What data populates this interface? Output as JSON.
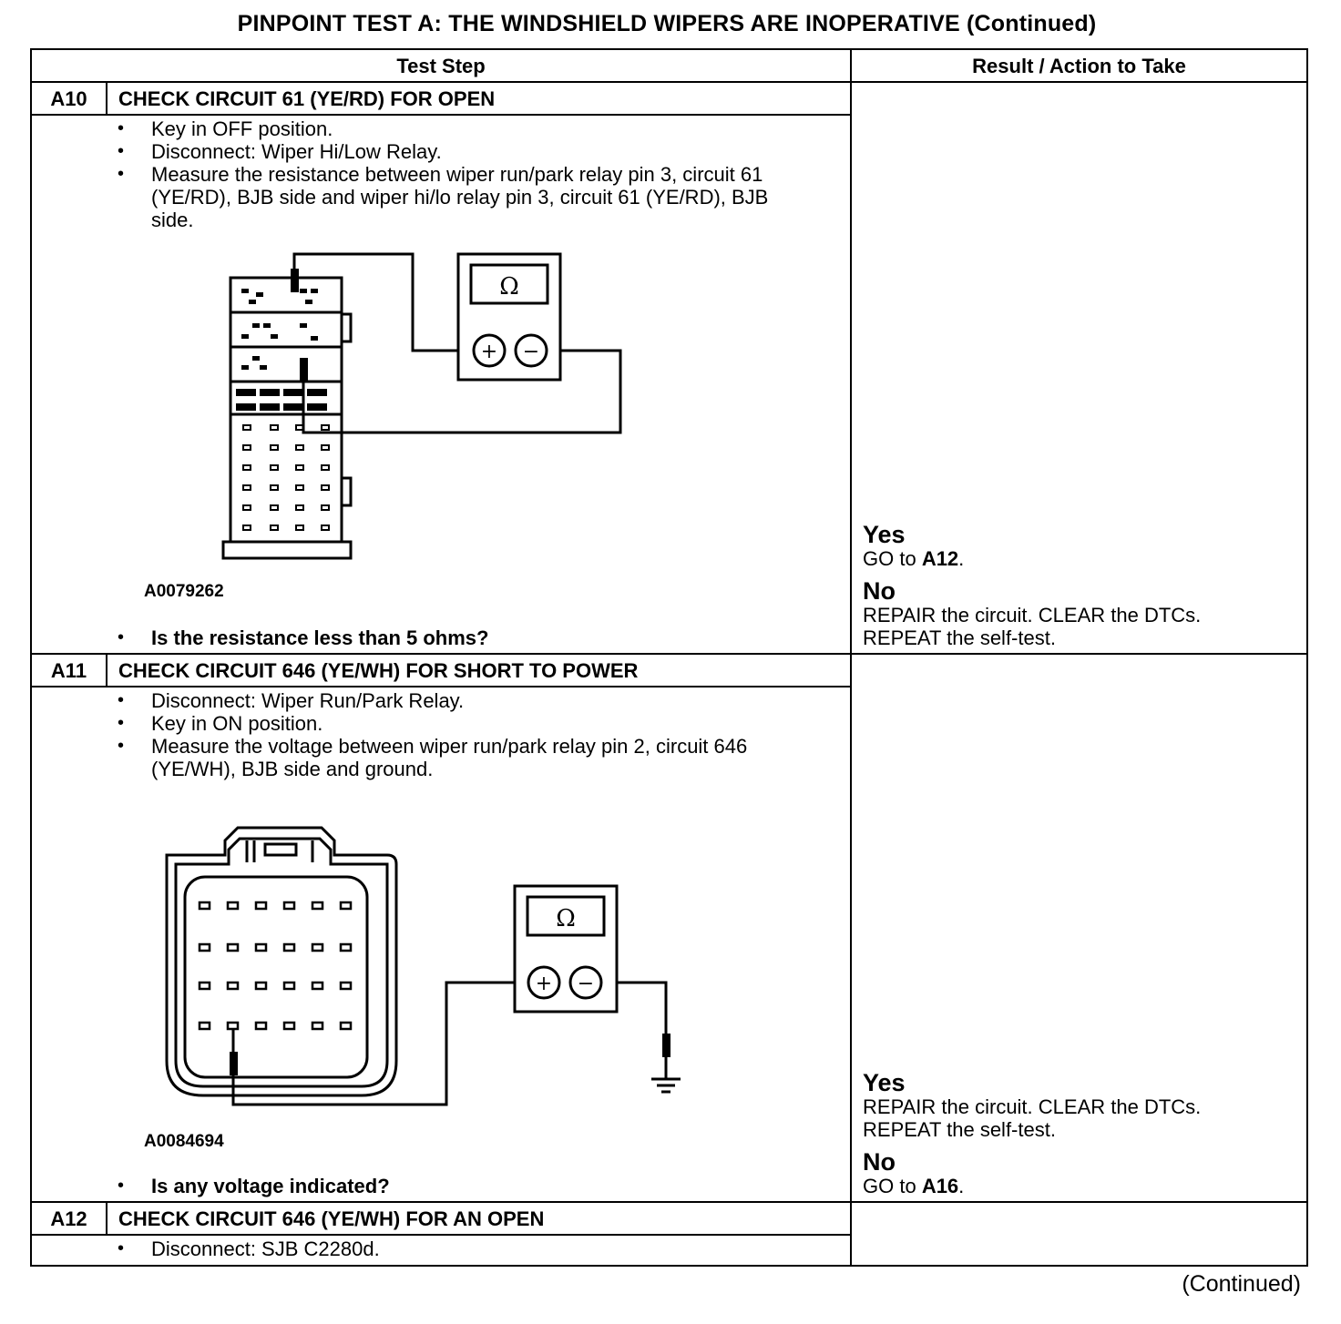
{
  "title": "PINPOINT TEST  A: THE WINDSHIELD WIPERS ARE INOPERATIVE (Continued)",
  "table": {
    "header_step": "Test Step",
    "header_result": "Result / Action to Take"
  },
  "steps": [
    {
      "id": "A10",
      "title": "CHECK CIRCUIT 61 (YE/RD) FOR OPEN",
      "bullets": [
        "Key in OFF position.",
        "Disconnect: Wiper Hi/Low Relay.",
        "Measure the resistance between wiper run/park relay pin 3, circuit 61 (YE/RD), BJB side and wiper hi/lo relay pin 3, circuit 61 (YE/RD), BJB side."
      ],
      "figure": {
        "code": "A0079262",
        "meter_symbol": "Ω",
        "plus": "+",
        "minus": "−"
      },
      "question": "Is the resistance less than 5 ohms?",
      "result": {
        "yes_label": "Yes",
        "yes_action_prefix": "GO to ",
        "yes_action_target": "A12",
        "yes_action_suffix": ".",
        "no_label": "No",
        "no_action_1": "REPAIR the circuit. CLEAR the DTCs.",
        "no_action_2": "REPEAT the self-test."
      }
    },
    {
      "id": "A11",
      "title": "CHECK CIRCUIT 646 (YE/WH) FOR SHORT TO POWER",
      "bullets": [
        "Disconnect: Wiper Run/Park Relay.",
        "Key in ON position.",
        "Measure the voltage between wiper run/park relay pin 2, circuit 646 (YE/WH), BJB side and ground."
      ],
      "figure": {
        "code": "A0084694",
        "meter_symbol": "Ω",
        "plus": "+",
        "minus": "−"
      },
      "question": "Is any voltage indicated?",
      "result": {
        "yes_label": "Yes",
        "yes_action_1": "REPAIR the circuit. CLEAR the DTCs.",
        "yes_action_2": "REPEAT the self-test.",
        "no_label": "No",
        "no_action_prefix": "GO to ",
        "no_action_target": "A16",
        "no_action_suffix": "."
      }
    },
    {
      "id": "A12",
      "title": "CHECK CIRCUIT 646 (YE/WH) FOR AN OPEN",
      "bullets": [
        "Disconnect: SJB C2280d."
      ]
    }
  ],
  "footer": {
    "continued": "(Continued)"
  }
}
